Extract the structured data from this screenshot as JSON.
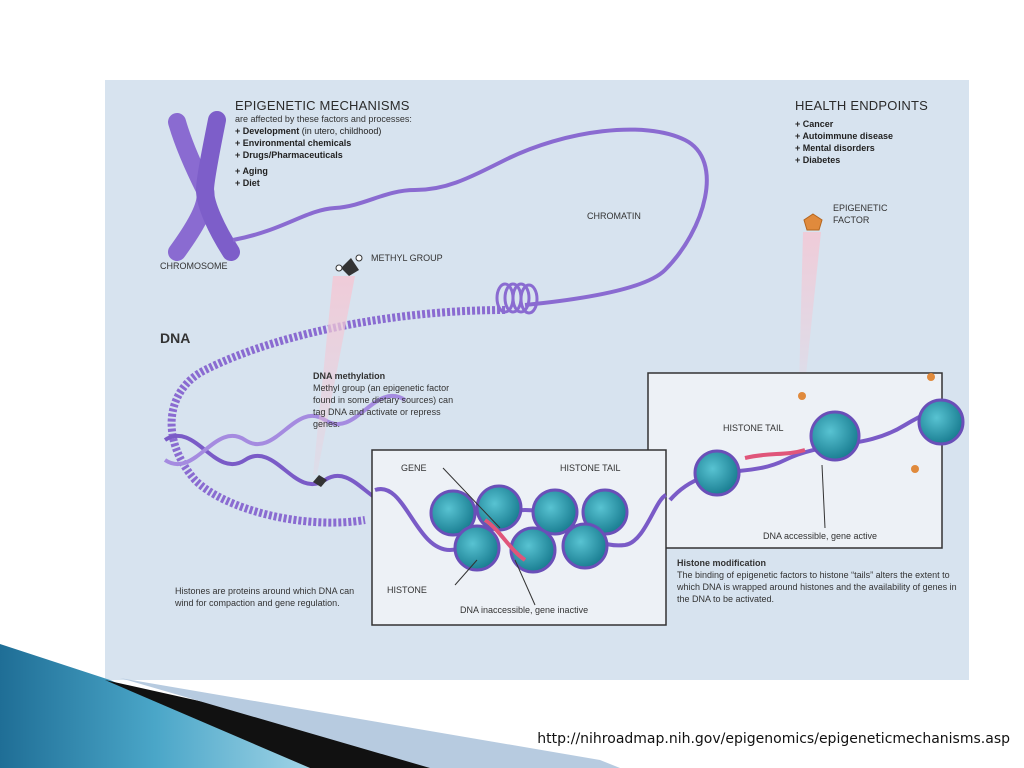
{
  "mechanisms": {
    "title": "EPIGENETIC MECHANISMS",
    "subtitle": "are affected by these factors and processes:",
    "items": [
      {
        "bold": "Development",
        "rest": " (in utero, childhood)"
      },
      {
        "bold": "Environmental chemicals",
        "rest": ""
      },
      {
        "bold": "Drugs/Pharmaceuticals",
        "rest": ""
      },
      {
        "bold": "Aging",
        "rest": ""
      },
      {
        "bold": "Diet",
        "rest": ""
      }
    ]
  },
  "health": {
    "title": "HEALTH ENDPOINTS",
    "items": [
      "Cancer",
      "Autoimmune disease",
      "Mental disorders",
      "Diabetes"
    ]
  },
  "labels": {
    "chromosome": "CHROMOSOME",
    "chromatin": "CHROMATIN",
    "methyl_group": "METHYL GROUP",
    "epigenetic_factor": "EPIGENETIC FACTOR",
    "dna": "DNA",
    "gene": "GENE",
    "histone_tail_left": "HISTONE TAIL",
    "histone_tail_right": "HISTONE TAIL",
    "histone": "HISTONE",
    "dna_inaccessible": "DNA inaccessible, gene inactive",
    "dna_accessible": "DNA accessible, gene active"
  },
  "methylation": {
    "title": "DNA methylation",
    "body": "Methyl group (an epigenetic factor found in some dietary sources) can tag DNA and activate or repress genes."
  },
  "histone_modification": {
    "title": "Histone modification",
    "body": "The binding of epigenetic factors to histone “tails” alters the extent to which DNA is wrapped around histones and the availability of genes in the DNA to be activated."
  },
  "histones_note": "Histones are proteins around which DNA can wind for compaction and gene regulation.",
  "source_url": "http://nihroadmap.nih.gov/epigenomics/epigeneticmechanisms.asp",
  "colors": {
    "figure_bg": "#d7e3ef",
    "purple": "#8a6bd1",
    "histone_teal": "#2f9fb3",
    "accent_pink": "#e0557a",
    "factor_orange": "#e08a3c"
  }
}
